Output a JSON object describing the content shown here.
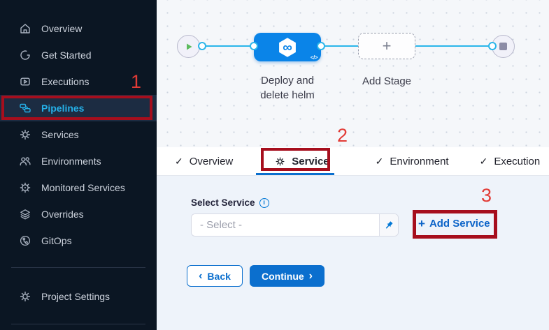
{
  "sidebar": {
    "items": [
      {
        "label": "Overview",
        "icon": "home-icon"
      },
      {
        "label": "Get Started",
        "icon": "get-started-icon"
      },
      {
        "label": "Executions",
        "icon": "executions-icon"
      },
      {
        "label": "Pipelines",
        "icon": "pipelines-icon",
        "active": true
      },
      {
        "label": "Services",
        "icon": "services-gear-icon"
      },
      {
        "label": "Environments",
        "icon": "environments-users-icon"
      },
      {
        "label": "Monitored Services",
        "icon": "monitored-services-icon"
      },
      {
        "label": "Overrides",
        "icon": "overrides-layers-icon"
      },
      {
        "label": "GitOps",
        "icon": "gitops-icon"
      }
    ],
    "footer_item": {
      "label": "Project Settings",
      "icon": "gear-icon"
    }
  },
  "canvas": {
    "stage_name": "Deploy and delete helm",
    "add_stage_label": "Add Stage"
  },
  "tabs": [
    {
      "label": "Overview",
      "icon": "check"
    },
    {
      "label": "Service",
      "icon": "gear",
      "active": true
    },
    {
      "label": "Environment",
      "icon": "check"
    },
    {
      "label": "Execution",
      "icon": "check"
    }
  ],
  "form": {
    "select_service_label": "Select Service",
    "select_placeholder": "- Select -",
    "add_service_label": "Add Service",
    "back_label": "Back",
    "continue_label": "Continue"
  },
  "annotations": {
    "step1": "1",
    "step2": "2",
    "step3": "3"
  },
  "icons": {
    "check": "✓",
    "plus": "+",
    "info": "i",
    "chevron_left": "‹",
    "chevron_right": "›",
    "infinity": "∞",
    "code": "</>"
  },
  "colors": {
    "accent_blue": "#0b6fce",
    "node_blue": "#0a84e8",
    "connector_cyan": "#2bb6ea",
    "sidebar_active_cyan": "#25b0e8",
    "annotation_box_red": "#a60e1d",
    "annotation_number_red": "#e23b36",
    "play_green": "#5cbb5e"
  }
}
